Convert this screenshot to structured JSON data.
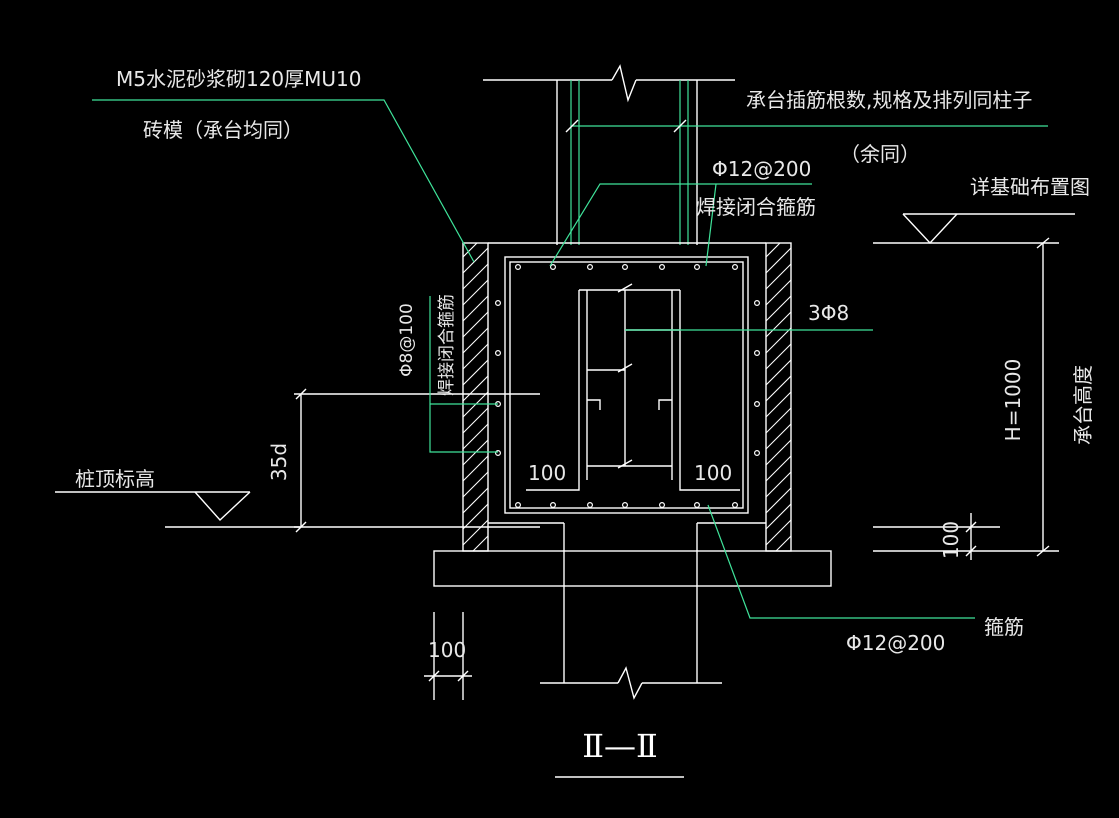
{
  "labels": {
    "mortar_line1": "M5水泥砂浆砌120厚MU10",
    "mortar_line2": "砖模（承台均同）",
    "dowel_note": "承台插筋根数,规格及排列同柱子",
    "dowel_note2": "（余同）",
    "closed_stirrup_spec": "Φ12@200",
    "closed_stirrup_name": "焊接闭合箍筋",
    "foundation_ref": "详基础布置图",
    "side_bars": "3Φ8",
    "side_stirrup_spec": "Φ8@100",
    "side_stirrup_name": "焊接闭合箍筋",
    "anchor_len": "35d",
    "pile_top": "桩顶标高",
    "hook_left": "100",
    "hook_right": "100",
    "height_dim": "H=1000",
    "height_name": "承台高度",
    "cover_dim": "100",
    "base_dim": "100",
    "stirrup_name": "箍筋",
    "stirrup_spec": "Φ12@200",
    "section_title": "Ⅱ—Ⅱ"
  },
  "colors": {
    "background": "#000000",
    "outline": "#ffffff",
    "leader": "#3fe39a",
    "text": "#e8e8e8"
  }
}
